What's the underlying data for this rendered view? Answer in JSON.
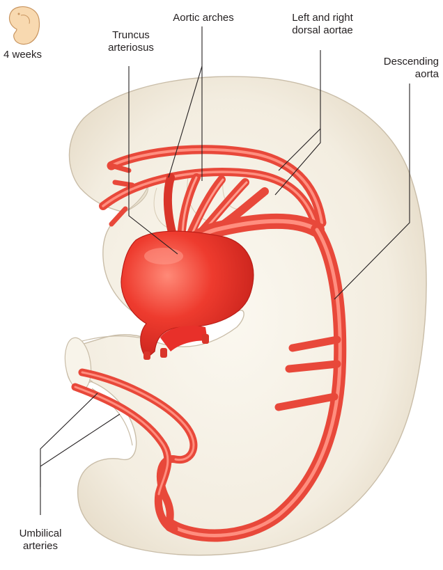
{
  "labels": {
    "age": "4 weeks",
    "truncus": "Truncus\narteriosus",
    "aortic_arches": "Aortic arches",
    "dorsal_aortae": "Left and right\ndorsal aortae",
    "descending_aorta": "Descending\naorta",
    "umbilical": "Umbilical\narteries"
  },
  "colors": {
    "embryo_fill": "#f4efe2",
    "embryo_outline": "#c9bda8",
    "vessel": "#f05a48",
    "vessel_dark": "#d9352a",
    "vessel_light": "#ff9b8c",
    "heart": "#e8302a",
    "leader_line": "#231f20",
    "text": "#231f20"
  },
  "icons": {
    "thumbnail": "embryo-thumbnail-icon"
  }
}
